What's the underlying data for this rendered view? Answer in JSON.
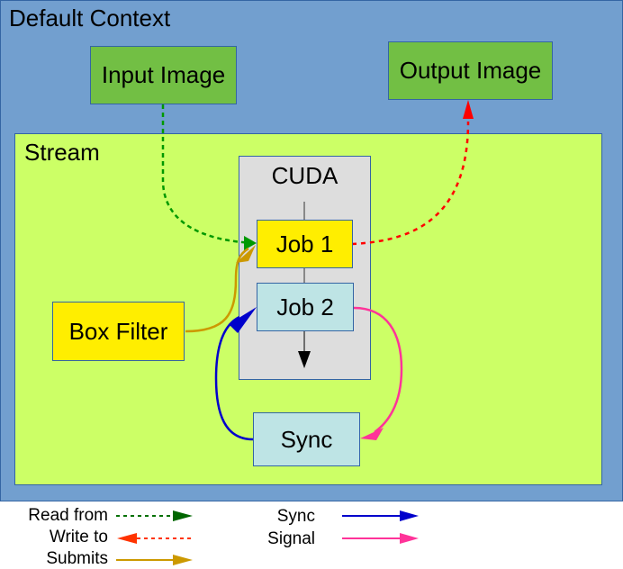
{
  "containers": {
    "default_context": "Default Context",
    "stream": "Stream",
    "cuda": "CUDA"
  },
  "nodes": {
    "input_image": "Input Image",
    "output_image": "Output Image",
    "job1": "Job 1",
    "job2": "Job 2",
    "box_filter": "Box Filter",
    "sync": "Sync"
  },
  "edges": [
    {
      "from": "Input Image",
      "to": "Job 1",
      "type": "Read from"
    },
    {
      "from": "Job 1",
      "to": "Output Image",
      "type": "Write to"
    },
    {
      "from": "Box Filter",
      "to": "Job 1",
      "type": "Submits"
    },
    {
      "from": "Sync",
      "to": "Job 2",
      "type": "Sync"
    },
    {
      "from": "Job 2",
      "to": "Sync",
      "type": "Signal"
    }
  ],
  "legend": {
    "read_from": {
      "label": "Read from",
      "color": "#007000"
    },
    "write_to": {
      "label": "Write to",
      "color": "#ff3300"
    },
    "submits": {
      "label": "Submits",
      "color": "#cc9900"
    },
    "sync": {
      "label": "Sync",
      "color": "#0000cc"
    },
    "signal": {
      "label": "Signal",
      "color": "#ff3399"
    }
  },
  "colors": {
    "context_bg": "#729fcf",
    "stream_bg": "#ccff66",
    "cuda_bg": "#dddddd",
    "image_node": "#72bf44",
    "job1_node": "#ffee00",
    "job2_node": "#bee4e5"
  }
}
